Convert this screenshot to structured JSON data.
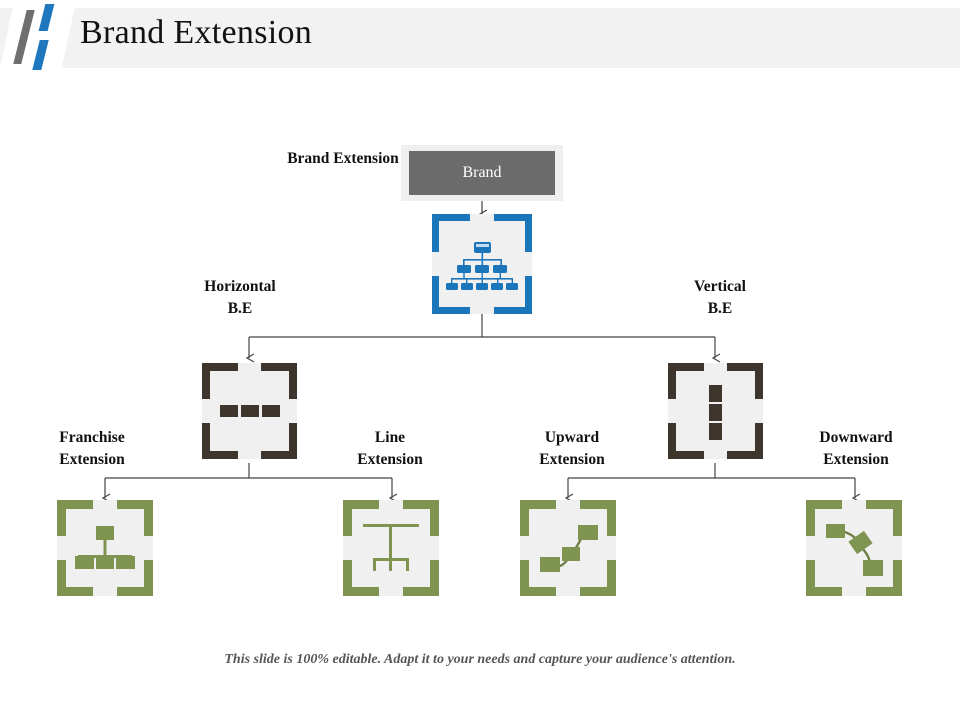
{
  "header": {
    "title": "Brand Extension",
    "logo_name": "company-logo"
  },
  "diagram": {
    "type": "hierarchy",
    "root": {
      "label": "Brand Extension",
      "box_text": "Brand",
      "box_color": "#6b6b6b",
      "frame_color": "#efefef",
      "icon": "org-chart-icon",
      "icon_color": "#1b75bb"
    },
    "branches": [
      {
        "label": "Horizontal\nB.E",
        "icon": "horizontal-bars-icon",
        "color": "#3e352c",
        "children": [
          {
            "label": "Franchise\nExtension",
            "icon": "franchise-tree-icon",
            "color": "#7f9450"
          },
          {
            "label": "Line\nExtension",
            "icon": "line-branch-icon",
            "color": "#7f9450"
          }
        ]
      },
      {
        "label": "Vertical\nB.E",
        "icon": "vertical-bars-icon",
        "color": "#3e352c",
        "children": [
          {
            "label": "Upward\nExtension",
            "icon": "upward-trend-icon",
            "color": "#7f9450"
          },
          {
            "label": "Downward\nExtension",
            "icon": "downward-trend-icon",
            "color": "#7f9450"
          }
        ]
      }
    ]
  },
  "footer": {
    "note": "This slide is 100% editable. Adapt it to your needs and capture your audience's attention."
  },
  "colors": {
    "blue": "#1b75bb",
    "brown": "#3e352c",
    "green": "#7f9450",
    "gray": "#6b6b6b",
    "header_bg": "#f2f2f2",
    "connector": "#444444"
  }
}
